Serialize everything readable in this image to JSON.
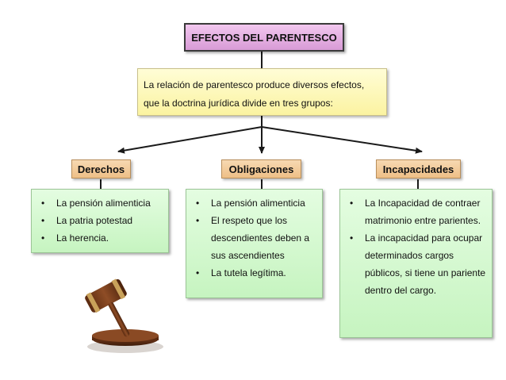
{
  "title": "EFECTOS DEL PARENTESCO",
  "intro": {
    "line1": "La relación de parentesco produce diversos efectos,",
    "line2": "que la doctrina jurídica divide en tres grupos:"
  },
  "categories": [
    {
      "label": "Derechos",
      "items": [
        "La pensión alimenticia",
        "La patria potestad",
        "La herencia."
      ]
    },
    {
      "label": "Obligaciones",
      "items": [
        "La pensión alimenticia",
        "El respeto que los descendientes deben a sus ascendientes",
        "La tutela legítima."
      ]
    },
    {
      "label": "Incapacidades",
      "items": [
        "La Incapacidad de contraer matrimonio entre parientes.",
        "La incapacidad para ocupar determinados cargos públicos, si tiene un pariente dentro del cargo."
      ]
    }
  ],
  "colors": {
    "title_fill": "#e7b4e3",
    "intro_fill": "#fdf7b8",
    "category_fill": "#f3cd9c",
    "list_fill": "#d6f8d1",
    "connector": "#1a1a1a"
  },
  "image": {
    "icon": "gavel-icon"
  }
}
